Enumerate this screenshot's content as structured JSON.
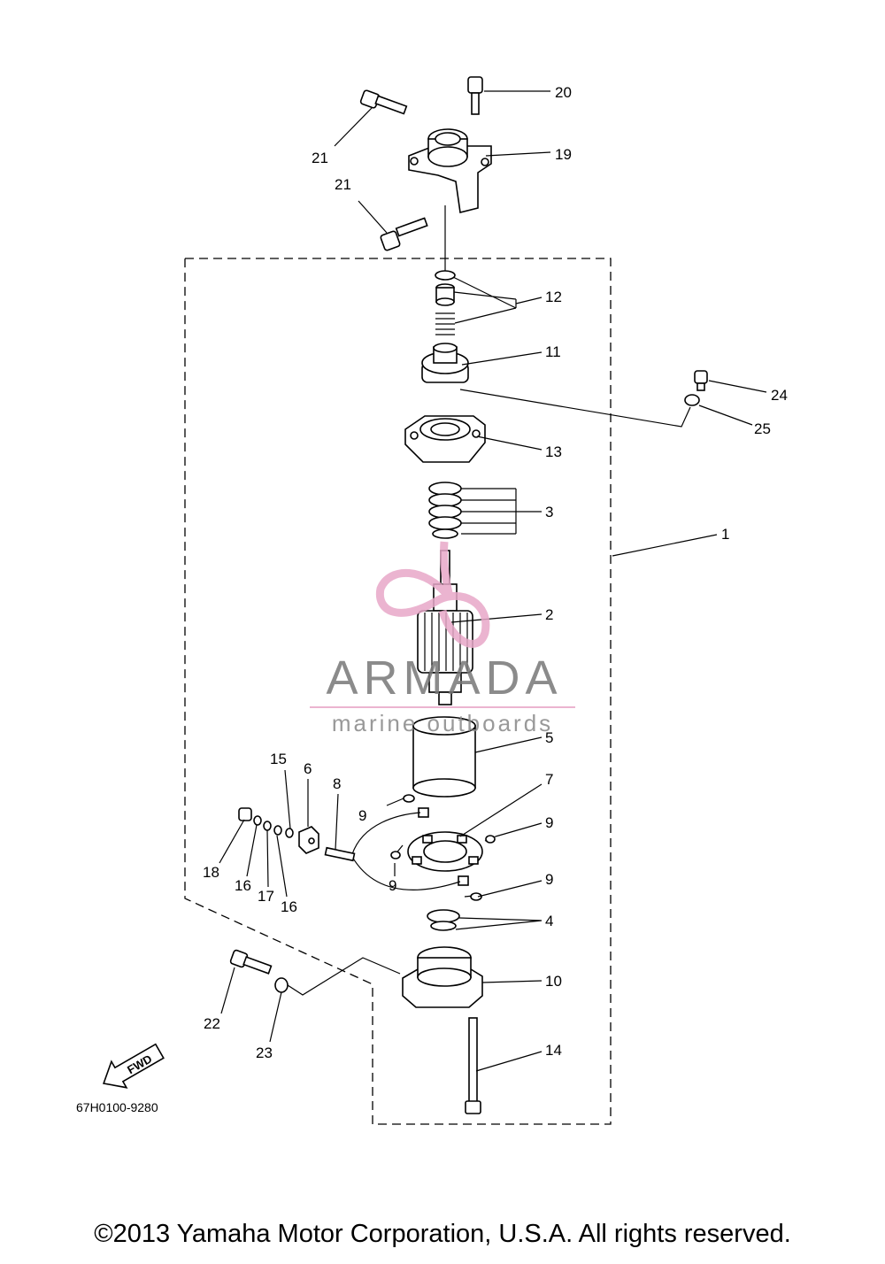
{
  "labels": {
    "l1": "1",
    "l2": "2",
    "l3": "3",
    "l4": "4",
    "l5": "5",
    "l6": "6",
    "l7": "7",
    "l8": "8",
    "l9a": "9",
    "l9b": "9",
    "l9c": "9",
    "l9d": "9",
    "l10": "10",
    "l11": "11",
    "l12": "12",
    "l13": "13",
    "l14": "14",
    "l15": "15",
    "l16a": "16",
    "l16b": "16",
    "l17": "17",
    "l18": "18",
    "l19": "19",
    "l20": "20",
    "l21a": "21",
    "l21b": "21",
    "l22": "22",
    "l23": "23",
    "l24": "24",
    "l25": "25"
  },
  "fwd_arrow": "FWD",
  "diagram_code": "67H0100-9280",
  "watermark": {
    "title": "ARMADA",
    "subtitle": "marine outboards",
    "color": "#e8a8c8"
  },
  "copyright": "©2013 Yamaha Motor Corporation, U.S.A. All rights reserved."
}
